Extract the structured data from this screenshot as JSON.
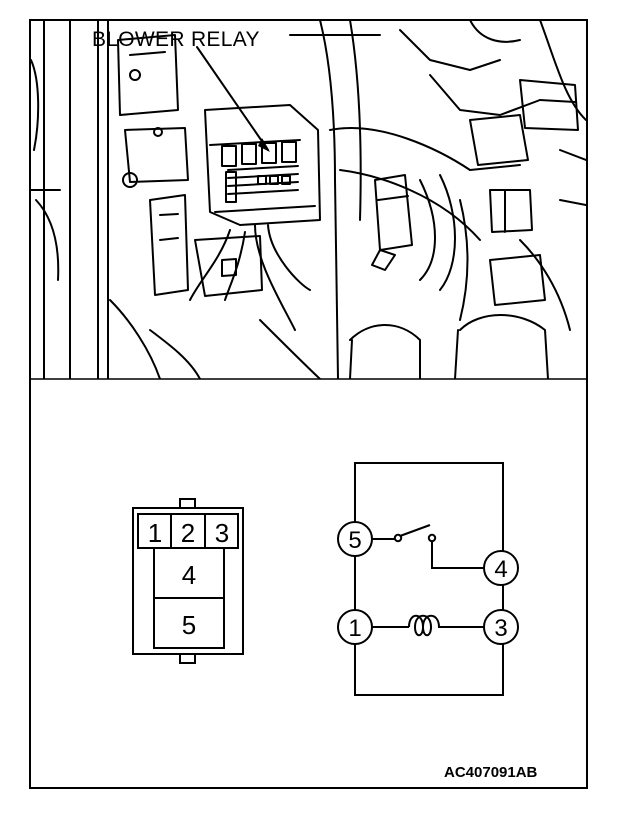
{
  "callout": {
    "label": "BLOWER RELAY"
  },
  "connector": {
    "pins": [
      "1",
      "2",
      "3",
      "4",
      "5"
    ]
  },
  "schematic": {
    "terminals": [
      "5",
      "4",
      "1",
      "3"
    ]
  },
  "document": {
    "id": "AC407091AB"
  }
}
